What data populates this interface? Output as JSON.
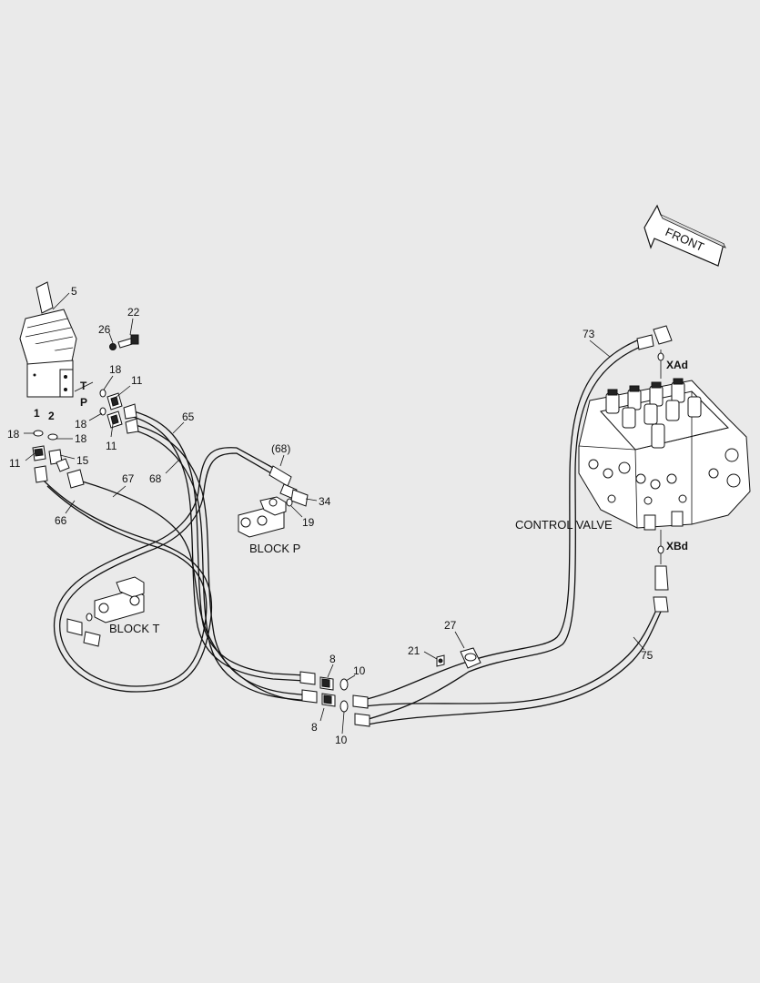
{
  "front_arrow": {
    "label": "FRONT"
  },
  "labels": {
    "control_valve": "CONTROL VALVE",
    "block_p": "BLOCK  P",
    "block_t": "BLOCK  T",
    "port_t": "T",
    "port_p": "P",
    "port_1": "1",
    "port_2": "2",
    "xad": "XAd",
    "xbd": "XBd"
  },
  "callouts": {
    "c5": "5",
    "c22": "22",
    "c26": "26",
    "c18a": "18",
    "c11a": "11",
    "c18b": "18",
    "c11b": "11",
    "c18c": "18",
    "c18d": "18",
    "c11c": "11",
    "c15": "15",
    "c65": "65",
    "c68": "68",
    "c67": "67",
    "c66": "66",
    "c68ref": "(68)",
    "c34": "34",
    "c19": "19",
    "c73": "73",
    "c75": "75",
    "c27": "27",
    "c21": "21",
    "c8a": "8",
    "c8b": "8",
    "c10a": "10",
    "c10b": "10"
  },
  "colors": {
    "background": "#eaeaea",
    "line": "#111111",
    "fill": "#ffffff"
  }
}
